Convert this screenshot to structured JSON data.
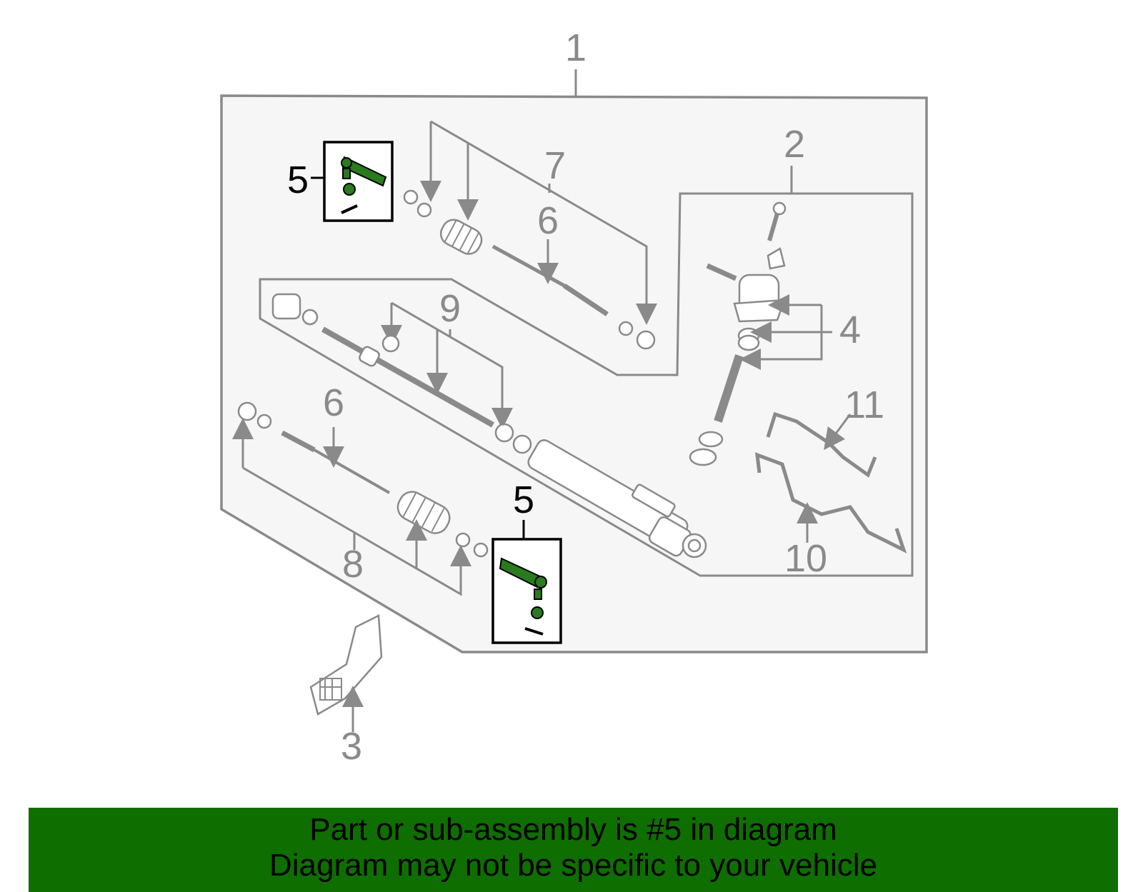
{
  "callouts": {
    "n1": "1",
    "n2": "2",
    "n3": "3",
    "n4": "4",
    "n5a": "5",
    "n5b": "5",
    "n6a": "6",
    "n6b": "6",
    "n7": "7",
    "n8": "8",
    "n9": "9",
    "n10": "10",
    "n11": "11"
  },
  "banner": {
    "line1": "Part or sub-assembly is #5 in diagram",
    "line2": "Diagram may not be specific to your vehicle"
  },
  "colors": {
    "highlight_part": "#2a7a1e",
    "banner_bg": "#0f6e00",
    "line_gray": "#8a8a8a",
    "panel_bg": "#f6f6f6"
  }
}
